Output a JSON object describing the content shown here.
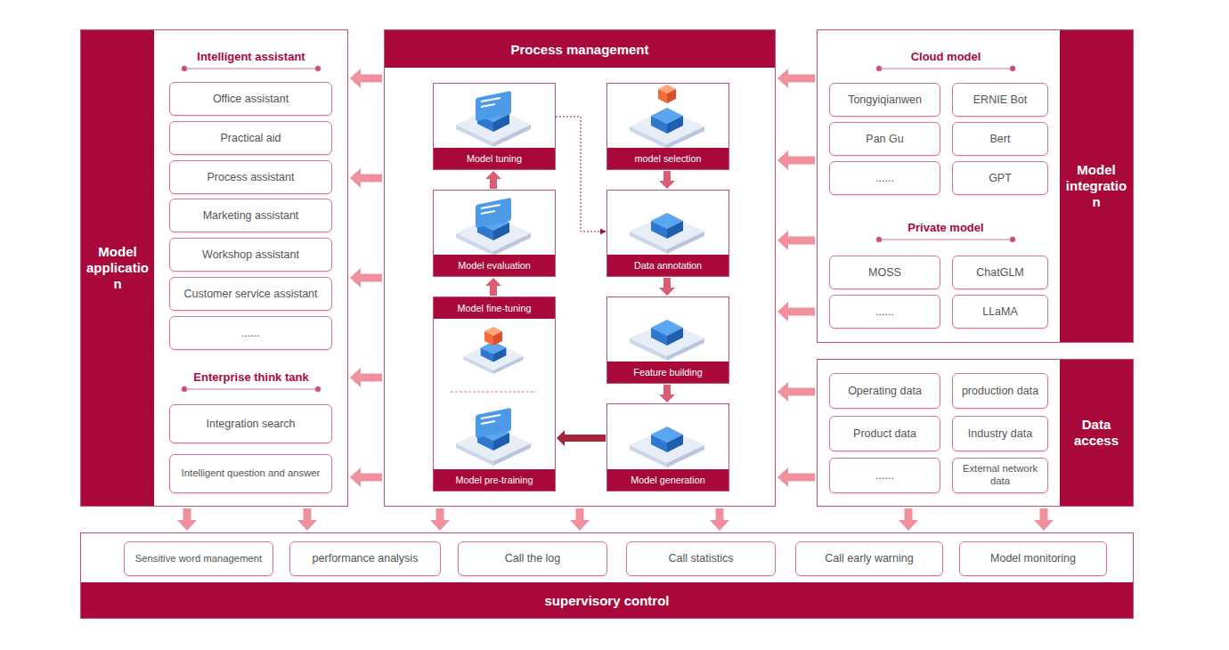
{
  "diagram": {
    "nodes": [
      {
        "text": [
          "Model application"
        ]
      },
      {
        "text": [
          "Office assistant"
        ],
        "in": 0
      },
      {
        "text": [
          "Practical aid"
        ],
        "in": 0
      },
      {
        "text": [
          "Process assistant"
        ],
        "in": 0
      },
      {
        "text": [
          "Marketing assistant"
        ],
        "in": 0
      },
      {
        "text": [
          "Workshop assistant"
        ],
        "in": 0
      },
      {
        "text": [
          "Customer service assistant"
        ],
        "in": 0
      },
      {
        "text": [
          "......"
        ],
        "in": 0
      },
      {
        "text": [
          "Integration search"
        ],
        "in": 0
      },
      {
        "text": [
          "Intelligent question and answer"
        ],
        "in": 0
      },
      {
        "text": [
          "Process management"
        ]
      },
      {
        "text": [
          "model selection"
        ],
        "in": 10
      },
      {
        "text": [
          "Data annotation"
        ],
        "in": 10
      },
      {
        "text": [
          "Feature building"
        ],
        "in": 10
      },
      {
        "text": [
          "Model generation"
        ],
        "in": 10
      },
      {
        "text": [
          "Model fine-tuning",
          "Model pre-training"
        ],
        "in": 10
      },
      {
        "text": [
          "Model evaluation"
        ],
        "in": 10
      },
      {
        "text": [
          "Model tuning"
        ],
        "in": 10
      },
      {
        "text": [
          "Model integration"
        ]
      },
      {
        "text": [
          "ERNIE Bot"
        ],
        "in": 18
      },
      {
        "text": [
          "Tongyiqianwen"
        ],
        "in": 18
      },
      {
        "text": [
          "Bert"
        ],
        "in": 18
      },
      {
        "text": [
          "Pan Gu"
        ],
        "in": 18
      },
      {
        "text": [
          "GPT"
        ],
        "in": 18
      },
      {
        "text": [
          "......"
        ],
        "in": 18
      },
      {
        "text": [
          "ChatGLM"
        ],
        "in": 18
      },
      {
        "text": [
          "MOSS"
        ],
        "in": 18
      },
      {
        "text": [
          "LLaMA"
        ],
        "in": 18
      },
      {
        "text": [
          "......"
        ],
        "in": 18
      },
      {
        "text": [
          "Data access"
        ]
      },
      {
        "text": [
          "production data"
        ],
        "in": 29
      },
      {
        "text": [
          "Operating data"
        ],
        "in": 29
      },
      {
        "text": [
          "Industry data"
        ],
        "in": 29
      },
      {
        "text": [
          "Product data"
        ],
        "in": 29
      },
      {
        "text": [
          "External network data"
        ],
        "in": 29
      },
      {
        "text": [
          "......"
        ],
        "in": 29
      },
      {
        "text": [
          "supervisory control"
        ]
      },
      {
        "text": [
          "Sensitive word management"
        ],
        "in": 36
      },
      {
        "text": [
          "performance analysis"
        ],
        "in": 36
      },
      {
        "text": [
          "Call the log"
        ],
        "in": 36
      },
      {
        "text": [
          "Call statistics"
        ],
        "in": 36
      },
      {
        "text": [
          "Call early warning"
        ],
        "in": 36
      },
      {
        "text": [
          "Model monitoring"
        ],
        "in": 36
      }
    ],
    "edges": [
      {
        "from": 10,
        "to": 0,
        "arrow": "to"
      },
      {
        "from": 18,
        "to": 10,
        "arrow": "to"
      },
      {
        "from": 29,
        "to": 10,
        "arrow": "to"
      },
      {
        "from": 0,
        "to": 36,
        "arrow": "to"
      },
      {
        "from": 10,
        "to": 36,
        "arrow": "to"
      },
      {
        "from": 29,
        "to": 36,
        "arrow": "to"
      },
      {
        "from": 11,
        "to": 12,
        "arrow": "to"
      },
      {
        "from": 12,
        "to": 13,
        "arrow": "to"
      },
      {
        "from": 13,
        "to": 14,
        "arrow": "to"
      },
      {
        "from": 14,
        "to": 15,
        "arrow": "to"
      },
      {
        "from": 15,
        "to": 16,
        "arrow": "to"
      },
      {
        "from": 16,
        "to": 17,
        "arrow": "to"
      },
      {
        "from": 17,
        "to": 12,
        "arrow": "to"
      }
    ],
    "labels": [
      "Intelligent assistant",
      "Enterprise think tank",
      "Cloud model",
      "Private model"
    ]
  }
}
